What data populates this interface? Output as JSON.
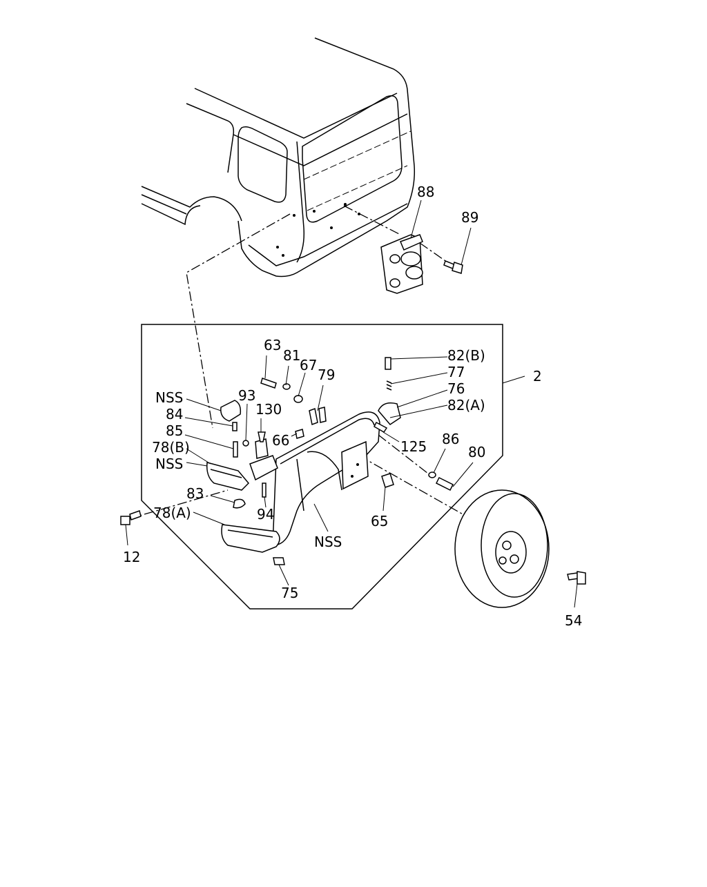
{
  "labels": {
    "l88": "88",
    "l89": "89",
    "l63": "63",
    "l81": "81",
    "l67": "67",
    "l79": "79",
    "l82b": "82(B)",
    "l77": "77",
    "l76": "76",
    "l82a": "82(A)",
    "l2": "2",
    "lnss1": "NSS",
    "l93": "93",
    "l84": "84",
    "l130": "130",
    "l85": "85",
    "l66": "66",
    "l125": "125",
    "l78b": "78(B)",
    "lnss2": "NSS",
    "l86": "86",
    "l80": "80",
    "l83": "83",
    "l78a": "78(A)",
    "l94": "94",
    "l65": "65",
    "lnss3": "NSS",
    "l12": "12",
    "l75": "75",
    "l54": "54"
  }
}
